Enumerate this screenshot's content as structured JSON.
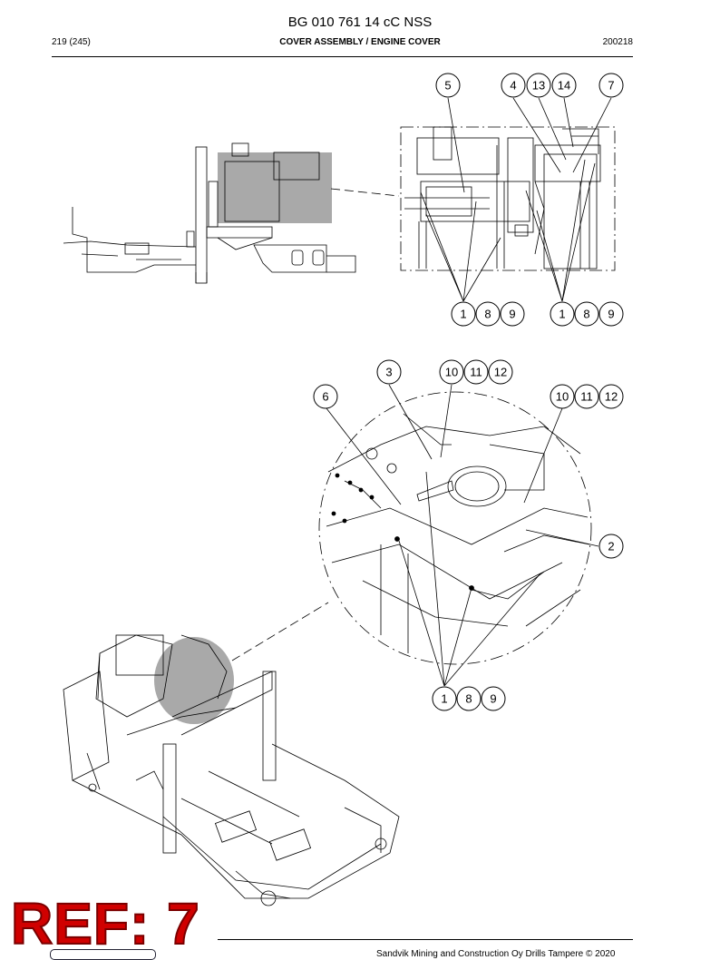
{
  "header": {
    "doc_title": "BG 010 761 14 cC NSS",
    "page_ref": "219 (245)",
    "section": "COVER ASSEMBLY / ENGINE COVER",
    "date_code": "200218"
  },
  "callouts_top": {
    "c5": "5",
    "c4": "4",
    "c13": "13",
    "c14": "14",
    "c7": "7",
    "b1a": "1",
    "b8a": "8",
    "b9a": "9",
    "b1b": "1",
    "b8b": "8",
    "b9b": "9"
  },
  "callouts_bottom": {
    "c3": "3",
    "c10a": "10",
    "c11a": "11",
    "c12a": "12",
    "c6": "6",
    "c10b": "10",
    "c11b": "11",
    "c12b": "12",
    "c2": "2",
    "b1": "1",
    "b8": "8",
    "b9": "9"
  },
  "stamp": {
    "text": "REF: 7"
  },
  "footer": {
    "copyright": "Sandvik Mining and Construction Oy Drills Tampere © 2020"
  },
  "colors": {
    "stamp_red": "#d00000",
    "highlight_gray": "#a9a9a9"
  }
}
